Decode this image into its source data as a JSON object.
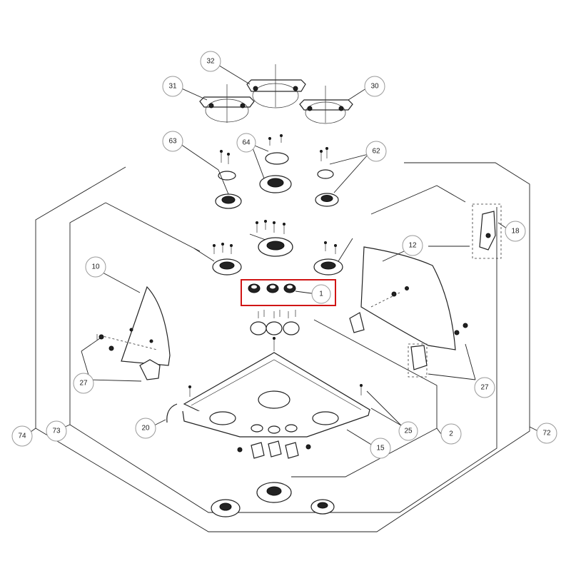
{
  "callouts": {
    "c1": "1",
    "c2": "2",
    "c10": "10",
    "c12": "12",
    "c15": "15",
    "c18": "18",
    "c20": "20",
    "c25": "25",
    "c27a": "27",
    "c27b": "27",
    "c30": "30",
    "c31": "31",
    "c32": "32",
    "c62": "62",
    "c63": "63",
    "c64": "64",
    "c72": "72",
    "c73": "73",
    "c74": "74"
  },
  "colors": {
    "highlight": "#d01515",
    "line": "#222222",
    "callout_border": "#9a9a9a"
  }
}
